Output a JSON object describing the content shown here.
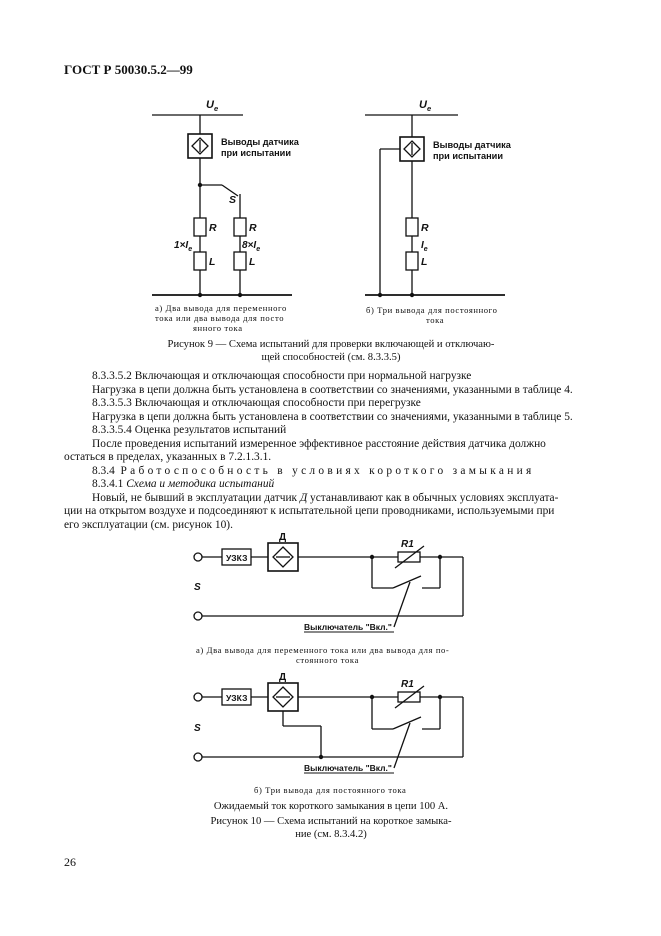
{
  "header": {
    "doc_id": "ГОСТ Р 50030.5.2—99"
  },
  "fig9": {
    "a": {
      "supply": "U",
      "supply_sub": "e",
      "sensor_label_1": "Выводы датчика",
      "sensor_label_2": "при испытании",
      "switch": "S",
      "r": "R",
      "l": "L",
      "load_left": "1×I",
      "load_left_sub": "e",
      "load_right": "8×I",
      "load_right_sub": "e",
      "caption_1": "а) Два вывода для переменного",
      "caption_2": "тока или два вывода  для посто",
      "caption_3": "янного тока"
    },
    "b": {
      "supply": "U",
      "supply_sub": "e",
      "sensor_label_1": "Выводы датчика",
      "sensor_label_2": "при испытании",
      "r": "R",
      "l": "L",
      "load": "I",
      "load_sub": "e",
      "caption_1": "б)  Три  вывода  для  постоянного",
      "caption_2": "тока"
    },
    "caption_1": "Рисунок 9 — Схема испытаний для проверки включающей и отключаю-",
    "caption_2": "щей способностей (см. 8.3.3.5)"
  },
  "text": {
    "p1": "8.3.3.5.2 Включающая и отключающая способности при нормальной нагрузке",
    "p2": "Нагрузка в цепи должна быть установлена в соответствии со значениями, указанными в таблице 4.",
    "p3": "8.3.3.5.3 Включающая и отключающая способности при перегрузке",
    "p4": "Нагрузка в цепи должна быть установлена в соответствии со значениями, указанными в таблице 5.",
    "p5": "8.3.3.5.4 Оценка результатов испытаний",
    "p6a": "После проведения испытаний измеренное эффективное расстояние действия датчика должно",
    "p6b": "остаться в пределах, указанных в 7.2.1.3.1.",
    "p7_num": "8.3.4",
    "p7_title": "Работоспособность в условиях короткого замыкания",
    "p8_num": "8.3.4.1",
    "p8_title": "Схема и методика испытаний",
    "p9a_pre": "Новый, не бывший в эксплуатации датчик ",
    "p9a_d": "Д",
    "p9a_post": " устанавливают как в обычных условиях эксплуата-",
    "p9b": "ции на открытом воздухе и подсоединяют к испытательной цепи проводниками, используемыми при",
    "p9c": "его эксплуатации (см. рисунок 10)."
  },
  "fig10": {
    "a": {
      "uzk": "УЗКЗ",
      "d": "Д",
      "r1": "R1",
      "s": "S",
      "switch_label": "Выключатель \"Вкл.\"",
      "caption_1": "а) Два вывода для переменного тока или два вывода  для по-",
      "caption_2": "стоянного тока"
    },
    "b": {
      "uzk": "УЗКЗ",
      "d": "Д",
      "r1": "R1",
      "s": "S",
      "switch_label": "Выключатель \"Вкл.\"",
      "caption_1": "б)  Три  вывода  для  постоянного  тока"
    },
    "note": "Ожидаемый ток короткого замыкания в цепи 100 А.",
    "caption_1": "Рисунок 10 — Схема испытаний на короткое замыка-",
    "caption_2": "ние (см. 8.3.4.2)"
  },
  "page_number": "26"
}
